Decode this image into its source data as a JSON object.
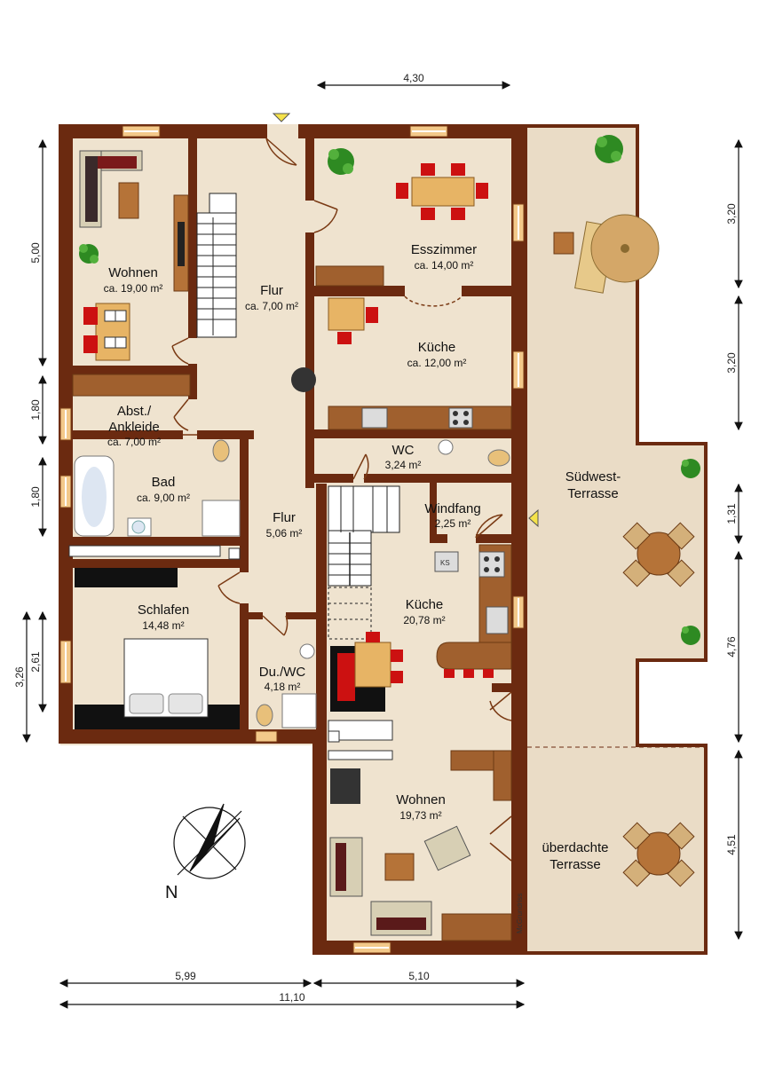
{
  "rooms": {
    "wohnen_top": {
      "name": "Wohnen",
      "area": "ca. 19,00 m²"
    },
    "flur_top": {
      "name": "Flur",
      "area": "ca. 7,00 m²"
    },
    "esszimmer": {
      "name": "Esszimmer",
      "area": "ca. 14,00 m²"
    },
    "kueche_top": {
      "name": "Küche",
      "area": "ca. 12,00 m²"
    },
    "abst": {
      "name_line1": "Abst./",
      "name_line2": "Ankleide",
      "area": "ca. 7,00 m²"
    },
    "bad": {
      "name": "Bad",
      "area": "ca. 9,00 m²"
    },
    "wc": {
      "name": "WC",
      "area": "3,24 m²"
    },
    "flur_mid": {
      "name": "Flur",
      "area": "5,06 m²"
    },
    "windfang": {
      "name": "Windfang",
      "area": "2,25 m²"
    },
    "kueche_mid": {
      "name": "Küche",
      "area": "20,78 m²"
    },
    "schlafen": {
      "name": "Schlafen",
      "area": "14,48 m²"
    },
    "duwc": {
      "name": "Du./WC",
      "area": "4,18 m²"
    },
    "wohnen_bottom": {
      "name": "Wohnen",
      "area": "19,73 m²"
    },
    "suedwest": {
      "name_line1": "Südwest-",
      "name_line2": "Terrasse"
    },
    "ueberdacht": {
      "name_line1": "überdachte",
      "name_line2": "Terrasse"
    }
  },
  "dimensions": {
    "top": "4,30",
    "left_500": "5,00",
    "left_180a": "1,80",
    "left_180b": "1,80",
    "left_326": "3,26",
    "left_261": "2,61",
    "right_320a": "3,20",
    "right_320b": "3,20",
    "right_131": "1,31",
    "right_476": "4,76",
    "right_451": "4,51",
    "bottom_599": "5,99",
    "bottom_510": "5,10",
    "bottom_1110": "11,10"
  },
  "labels": {
    "north": "N",
    "ks": "KS",
    "watermark": "McGrundriss"
  },
  "colors": {
    "wall": "#6b2a10",
    "floor": "#efe3cf",
    "terrace": "#eadcc6",
    "cabinet": "#a0602e",
    "chair_red": "#cc1111",
    "plant": "#2e8a22"
  }
}
